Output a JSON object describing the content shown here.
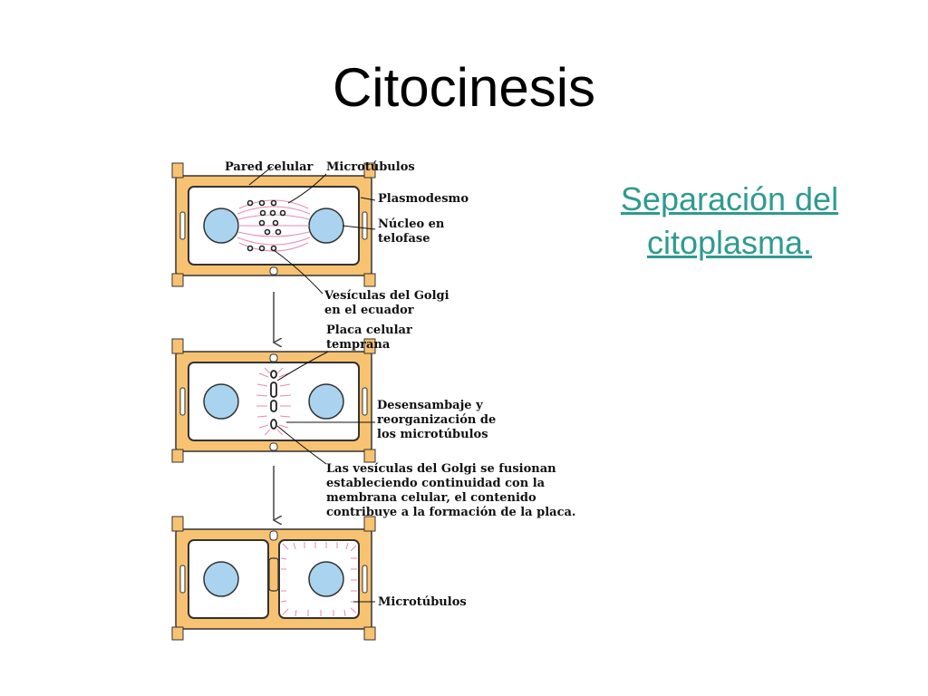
{
  "slide": {
    "title": "Citocinesis",
    "link_text": "Separación del citoplasma."
  },
  "colors": {
    "cell_wall": "#f7c372",
    "nucleus": "#a9d3ee",
    "microtubule": "#e888b0",
    "link": "#2e9b8f"
  },
  "labels": {
    "pared_celular": "Pared celular",
    "microtubulos_top": "Microtúbulos",
    "plasmodesmo": "Plasmodesmo",
    "nucleo_1": "Núcleo en",
    "nucleo_2": "telofase",
    "vesiculas_1": "Vesículas del Golgi",
    "vesiculas_2": "en el ecuador",
    "placa_1": "Placa celular",
    "placa_2": "temprana",
    "desensamblaje_1": "Desensambaje y",
    "desensamblaje_2": "reorganización de",
    "desensamblaje_3": "los microtúbulos",
    "fusion_1": "Las vesículas del Golgi se fusionan",
    "fusion_2": "estableciendo continuidad con la",
    "fusion_3": "membrana celular, el contenido",
    "fusion_4": "contribuye a la formación de la placa.",
    "microtubulos_bottom": "Microtúbulos"
  }
}
